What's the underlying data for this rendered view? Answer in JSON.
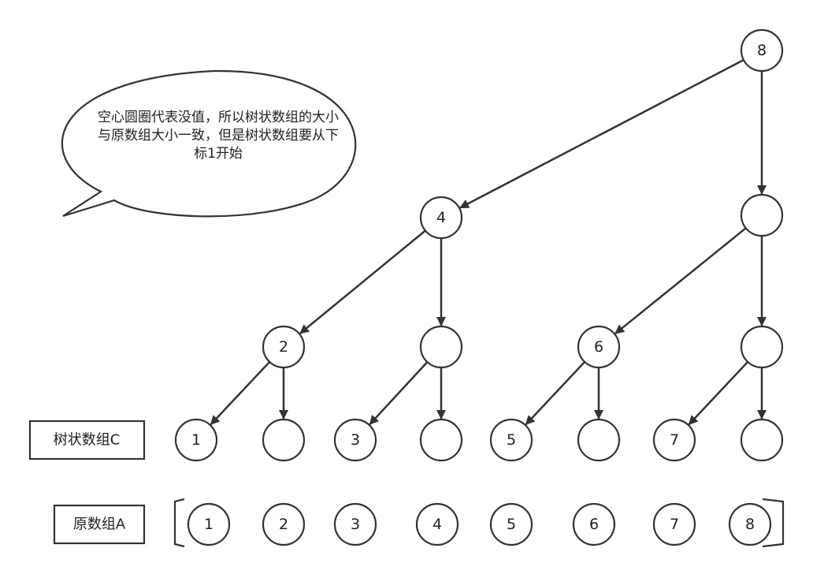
{
  "callout": {
    "text": "空心圆圈代表没值，所以树状数组的大小\n与原数组大小一致，但是树状数组要从下\n标1开始"
  },
  "labels": {
    "tree_array": "树状数组C",
    "original_array": "原数组A"
  },
  "tree_nodes": [
    {
      "id": "c8",
      "value": "8"
    },
    {
      "id": "c4",
      "value": "4"
    },
    {
      "id": "c12",
      "value": ""
    },
    {
      "id": "c2",
      "value": "2"
    },
    {
      "id": "c6x",
      "value": ""
    },
    {
      "id": "c6",
      "value": "6"
    },
    {
      "id": "c14",
      "value": ""
    },
    {
      "id": "c1",
      "value": "1"
    },
    {
      "id": "cB2",
      "value": ""
    },
    {
      "id": "c3",
      "value": "3"
    },
    {
      "id": "cB4",
      "value": ""
    },
    {
      "id": "c5",
      "value": "5"
    },
    {
      "id": "cB6",
      "value": ""
    },
    {
      "id": "c7",
      "value": "7"
    },
    {
      "id": "cB8",
      "value": ""
    }
  ],
  "array_a": [
    "1",
    "2",
    "3",
    "4",
    "5",
    "6",
    "7",
    "8"
  ],
  "edges": [
    [
      "c8",
      "c4"
    ],
    [
      "c8",
      "c12"
    ],
    [
      "c4",
      "c2"
    ],
    [
      "c4",
      "c6x"
    ],
    [
      "c12",
      "c6"
    ],
    [
      "c12",
      "c14"
    ],
    [
      "c2",
      "c1"
    ],
    [
      "c2",
      "cB2"
    ],
    [
      "c6x",
      "c3"
    ],
    [
      "c6x",
      "cB4"
    ],
    [
      "c6",
      "c5"
    ],
    [
      "c6",
      "cB6"
    ],
    [
      "c14",
      "c7"
    ],
    [
      "c14",
      "cB8"
    ]
  ]
}
